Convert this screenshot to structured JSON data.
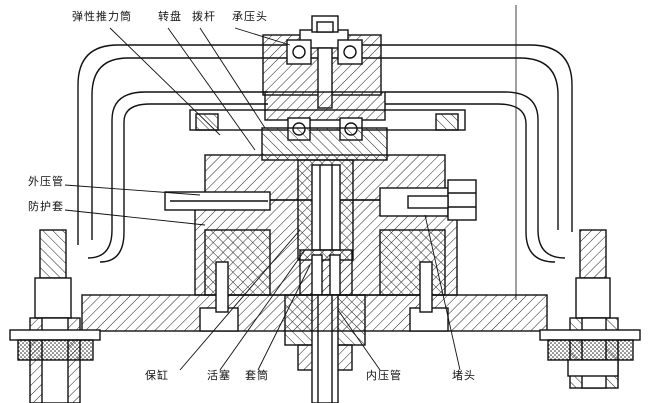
{
  "labels": {
    "elastic_push_cylinder": "弹性推力筒",
    "turntable": "转盘",
    "lever": "拨杆",
    "bearing_head": "承压头",
    "outer_pressure_pipe": "外压管",
    "protective_sleeve": "防护套",
    "cylinder": "保缸",
    "piston": "活塞",
    "sleeve": "套筒",
    "inner_pressure_pipe": "内压管",
    "plug": "堵头"
  },
  "colors": {
    "line": "#111111",
    "hatch": "#222222",
    "background": "#ffffff"
  }
}
